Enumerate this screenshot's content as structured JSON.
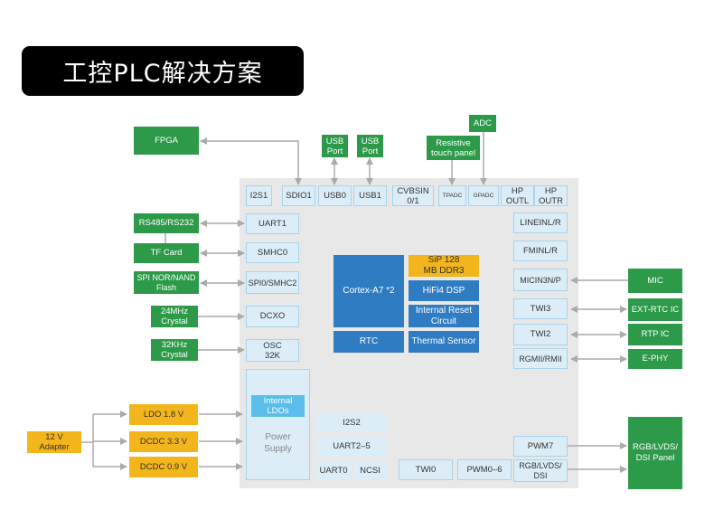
{
  "title": "工控PLC解决方案",
  "colors": {
    "external_device": "#2d9a4a",
    "power_component": "#f2b51b",
    "core_block": "#2f7cc3",
    "interface_pin": "#dcedf7",
    "chip_background": "#e8e8e8",
    "connector_line": "#aaaaaa"
  },
  "chip": {
    "top_interfaces": [
      "I2S1",
      "SDIO1",
      "USB0",
      "USB1",
      "CVBSIN 0/1",
      "TPADC",
      "GPADC",
      "HP OUTL",
      "HP OUTR"
    ],
    "left_interfaces": [
      "UART1",
      "SMHC0",
      "SPI0/SMHC2",
      "DCXO",
      "OSC 32K"
    ],
    "right_interfaces": [
      "LINEINL/R",
      "FMINL/R",
      "MICIN3N/P",
      "TWI3",
      "TWI2",
      "RGMII/RMII"
    ],
    "core": {
      "cpu": "Cortex-A7 *2",
      "rtc": "RTC",
      "ddr": "SiP 128 MB DDR3",
      "dsp": "HiFi4 DSP",
      "reset": "Internal Reset Circuit",
      "thermal": "Thermal Sensor"
    },
    "power": {
      "ldos": "Internal LDOs",
      "supply": "Power Supply"
    },
    "bottom_interfaces": [
      "I2S2",
      "UART2–5",
      "UART0",
      "NCSI",
      "TWI0",
      "PWM0–6",
      "PWM7",
      "RGB/LVDS/ DSI"
    ]
  },
  "external": {
    "fpga": "FPGA",
    "usb_port_0": "USB Port",
    "usb_port_1": "USB Port",
    "touch_panel": "Resistive touch panel",
    "adc": "ADC",
    "rs485": "RS485/RS232",
    "tf_card": "TF Card",
    "spi_flash": "SPI NOR/NAND Flash",
    "crystal_24m": "24MHz Crystal",
    "crystal_32k": "32KHz Crystal",
    "mic": "MIC",
    "ext_rtc": "EXT-RTC IC",
    "rtp_ic": "RTP IC",
    "ephy": "E-PHY",
    "panel": "RGB/LVDS/ DSI Panel"
  },
  "power_chain": {
    "adapter": "12 V Adapter",
    "ldo18": "LDO 1.8 V",
    "dcdc33": "DCDC 3.3 V",
    "dcdc09": "DCDC 0.9 V"
  }
}
